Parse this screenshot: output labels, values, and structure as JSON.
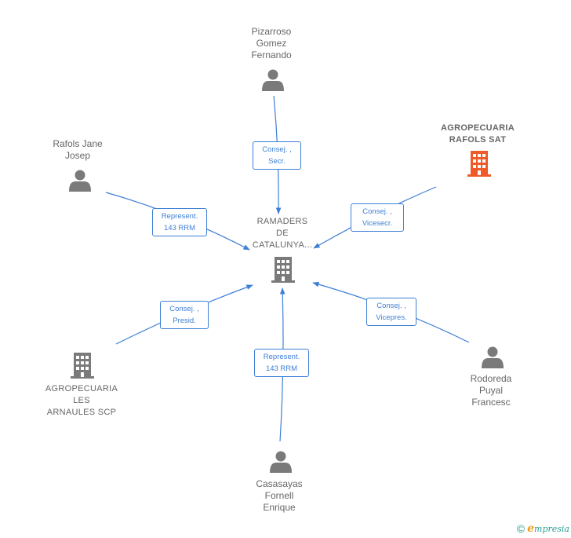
{
  "center": {
    "label_lines": [
      "RAMADERS",
      "DE",
      "CATALUNYA..."
    ],
    "icon": "building-icon",
    "color": "#7a7a7a"
  },
  "nodes": {
    "pizarroso": {
      "lines": [
        "Pizarroso",
        "Gomez",
        "Fernando"
      ],
      "icon": "person-icon"
    },
    "rafols_jane": {
      "lines": [
        "Rafols Jane",
        "Josep"
      ],
      "icon": "person-icon"
    },
    "agropecuaria_rafols": {
      "lines": [
        "AGROPECUARIA",
        "RAFOLS SAT"
      ],
      "icon": "building-icon",
      "color": "#f05a28"
    },
    "agropecuaria_les": {
      "lines": [
        "AGROPECUARIA",
        "LES",
        "ARNAULES SCP"
      ],
      "icon": "building-icon"
    },
    "rodoreda": {
      "lines": [
        "Rodoreda",
        "Puyal",
        "Francesc"
      ],
      "icon": "person-icon"
    },
    "casasayas": {
      "lines": [
        "Casasayas",
        "Fornell",
        "Enrique"
      ],
      "icon": "person-icon"
    }
  },
  "relations": {
    "pizarroso": [
      "Consej. ,",
      "Secr."
    ],
    "rafols_jane": [
      "Represent.",
      "143 RRM"
    ],
    "agropecuaria_rafols": [
      "Consej. ,",
      "Vicesecr."
    ],
    "agropecuaria_les": [
      "Consej. ,",
      "Presid."
    ],
    "rodoreda": [
      "Consej. ,",
      "Vicepres."
    ],
    "casasayas": [
      "Represent.",
      "143 RRM"
    ]
  },
  "colors": {
    "edge": "#3d7fd6",
    "icon_gray": "#7a7a7a",
    "highlight": "#f05a28"
  },
  "footer": {
    "copyright": "©",
    "brand_initial": "e",
    "brand_rest": "mpresia"
  }
}
